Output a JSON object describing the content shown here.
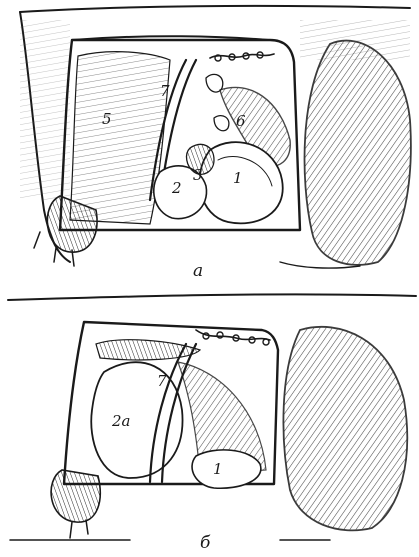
{
  "panel_a": {
    "caption": "а",
    "labels": {
      "l1": "1",
      "l2": "2",
      "l3": "3",
      "l5": "5",
      "l6": "6",
      "l7": "7"
    }
  },
  "panel_b": {
    "caption": "б",
    "labels": {
      "l1": "1",
      "l2a": "2а",
      "l7": "7"
    }
  }
}
